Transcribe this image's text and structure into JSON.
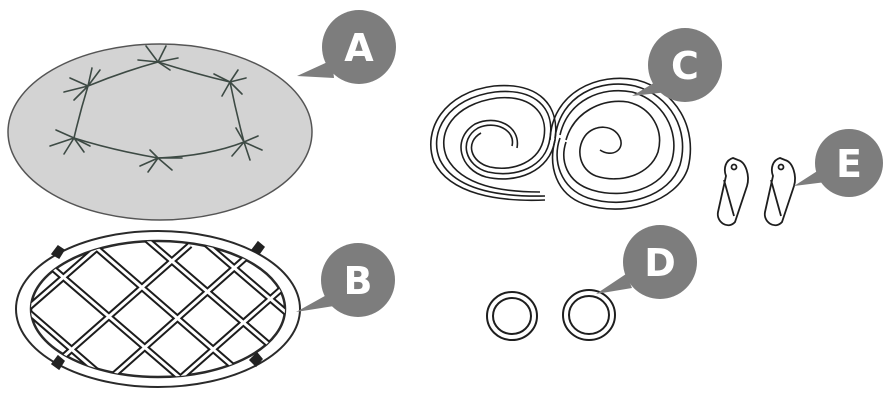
{
  "diagram": {
    "callouts": [
      {
        "key": "A",
        "label": "A",
        "part": "fabric-cover"
      },
      {
        "key": "B",
        "label": "B",
        "part": "net-frame"
      },
      {
        "key": "C",
        "label": "C",
        "part": "cord-coils"
      },
      {
        "key": "D",
        "label": "D",
        "part": "rings"
      },
      {
        "key": "E",
        "label": "E",
        "part": "snap-hooks"
      }
    ],
    "colors": {
      "callout_fill": "#7d7d7d",
      "callout_text": "#ffffff",
      "fabric_fill": "#d3d3d3",
      "outline": "#2a2a2a"
    }
  }
}
